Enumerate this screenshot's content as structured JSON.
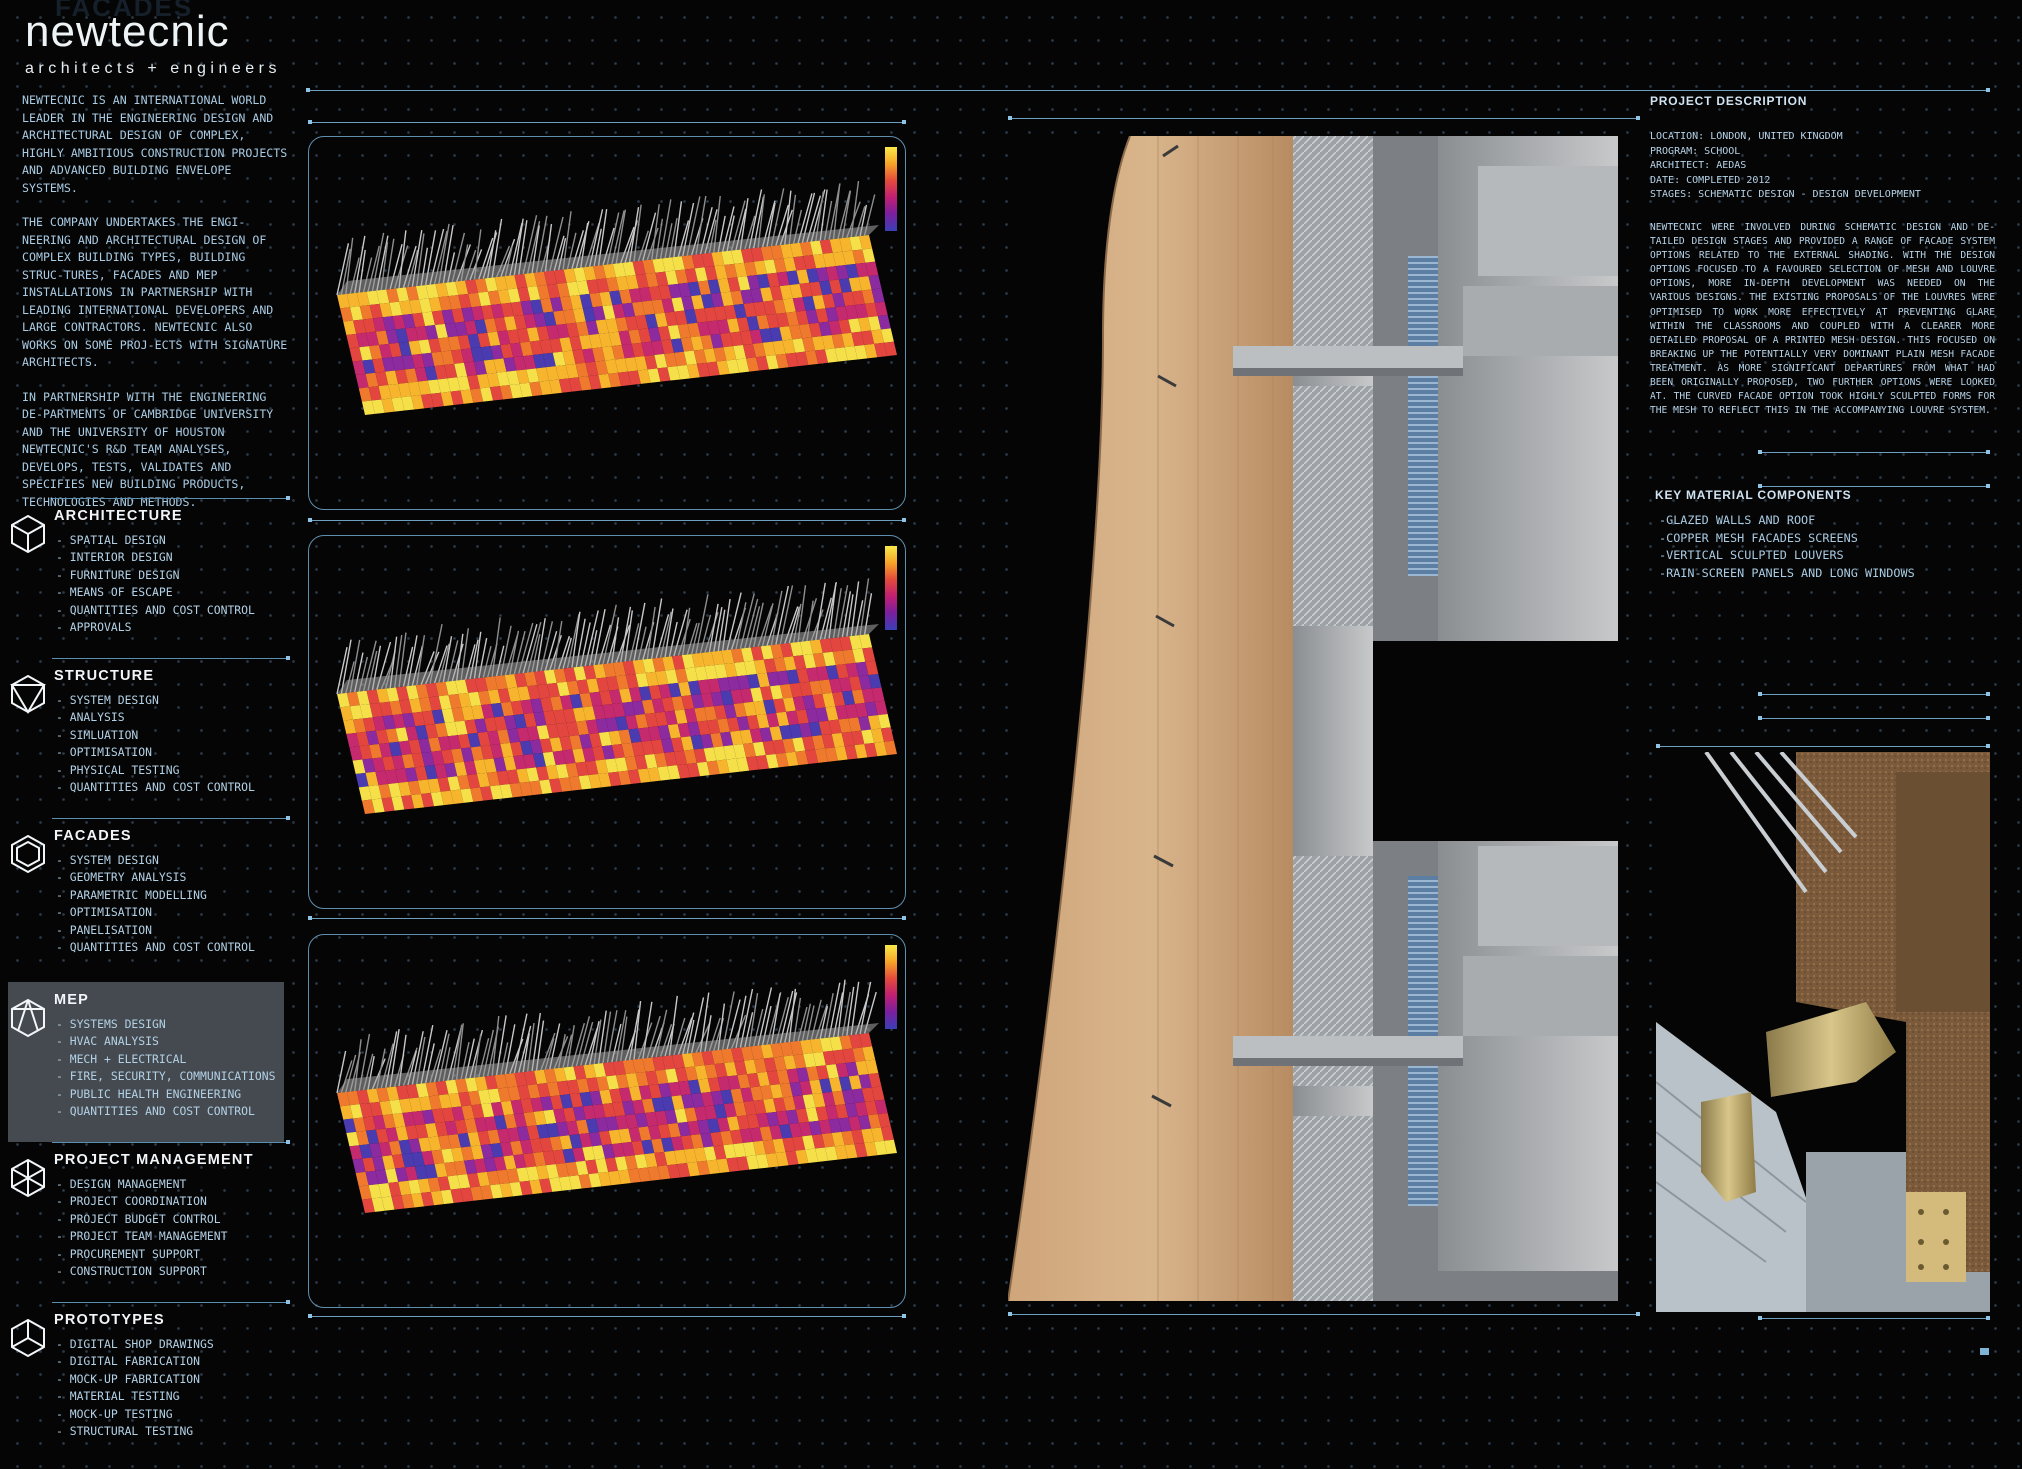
{
  "header": {
    "ghost_title": "FACADES",
    "logo_name": "newtecnic",
    "logo_sub": "architects + engineers"
  },
  "intro": {
    "p1": "NEWTECNIC IS AN INTERNATIONAL WORLD LEADER IN THE ENGINEERING DESIGN AND ARCHITECTURAL DESIGN OF COMPLEX, HIGHLY AMBITIOUS CONSTRUCTION PROJECTS AND ADVANCED BUILDING ENVELOPE SYSTEMS.",
    "p2": "THE COMPANY UNDERTAKES THE ENGI-NEERING AND ARCHITECTURAL DESIGN OF COMPLEX BUILDING TYPES, BUILDING STRUC-TURES, FACADES AND MEP INSTALLATIONS IN PARTNERSHIP WITH LEADING INTERNATIONAL DEVELOPERS AND LARGE CONTRACTORS. NEWTECNIC ALSO WORKS ON SOME PROJ-ECTS WITH SIGNATURE ARCHITECTS.",
    "p3": "IN PARTNERSHIP WITH THE ENGINEERING DE-PARTMENTS OF CAMBRIDGE UNIVERSITY AND THE UNIVERSITY OF HOUSTON NEWTECNIC'S R&D TEAM ANALYSES, DEVELOPS, TESTS, VALIDATES AND SPECIFIES NEW BUILDING PRODUCTS, TECHNOLOGIES AND METHODS."
  },
  "services": [
    {
      "title": "ARCHITECTURE",
      "icon": "cube-icon",
      "items": [
        "- SPATIAL DESIGN",
        "- INTERIOR DESIGN",
        "- FURNITURE DESIGN",
        "- MEANS OF ESCAPE",
        "- QUANTITIES AND COST CONTROL",
        "- APPROVALS"
      ]
    },
    {
      "title": "STRUCTURE",
      "icon": "triangle-cube-icon",
      "items": [
        "- SYSTEM DESIGN",
        "- ANALYSIS",
        "- SIMLUATION",
        "- OPTIMISATION",
        "- PHYSICAL TESTING",
        "- QUANTITIES AND COST CONTROL"
      ]
    },
    {
      "title": "FACADES",
      "icon": "hexagon-icon",
      "items": [
        "- SYSTEM DESIGN",
        "- GEOMETRY ANALYSIS",
        "- PARAMETRIC MODELLING",
        "- OPTIMISATION",
        "- PANELISATION",
        "- QUANTITIES AND COST CONTROL"
      ]
    },
    {
      "title": "MEP",
      "icon": "tent-cube-icon",
      "items": [
        "- SYSTEMS DESIGN",
        "- HVAC ANALYSIS",
        "- MECH + ELECTRICAL",
        "- FIRE, SECURITY, COMMUNICATIONS",
        "- PUBLIC HEALTH ENGINEERING",
        "- QUANTITIES AND COST CONTROL"
      ]
    },
    {
      "title": "PROJECT MANAGEMENT",
      "icon": "star-cube-icon",
      "items": [
        "- DESIGN MANAGEMENT",
        "- PROJECT COORDINATION",
        "- PROJECT BUDGET CONTROL",
        "- PROJECT TEAM MANAGEMENT",
        "- PROCUREMENT SUPPORT",
        "- CONSTRUCTION SUPPORT"
      ]
    },
    {
      "title": "PROTOTYPES",
      "icon": "wire-cube-icon",
      "items": [
        "- DIGITAL SHOP DRAWINGS",
        "- DIGITAL FABRICATION",
        "- MOCK-UP FABRICATION",
        "- MATERIAL TESTING",
        "- MOCK-UP TESTING",
        "- STRUCTURAL TESTING"
      ]
    }
  ],
  "project": {
    "heading": "PROJECT DESCRIPTION",
    "location": "LOCATION: LONDON, UNITED KINGDOM",
    "program": "PROGRAM: SCHOOL",
    "architect": "ARCHITECT: AEDAS",
    "date": "DATE: COMPLETED 2012",
    "stages": "STAGES: SCHEMATIC DESIGN - DESIGN DEVELOPMENT",
    "body": "NEWTECNIC WERE INVOLVED DURING SCHEMATIC DESIGN AND DE-TAILED DESIGN STAGES AND PROVIDED A RANGE OF FACADE SYSTEM OPTIONS RELATED TO THE EXTERNAL SHADING. WITH THE DESIGN OPTIONS FOCUSED TO A FAVOURED SELECTION OF MESH AND LOUVRE OPTIONS, MORE IN-DEPTH DEVELOPMENT WAS NEEDED ON THE VARIOUS DESIGNS. THE EXISTING PROPOSALS OF THE LOUVRES WERE OPTIMISED TO WORK MORE EFFECTIVELY AT PREVENTING GLARE WITHIN THE CLASSROOMS AND COUPLED WITH A CLEARER MORE DETAILED PROPOSAL OF A PRINTED MESH DESIGN. THIS FOCUSED ON BREAKING UP THE POTENTIALLY VERY DOMINANT PLAIN MESH FACADE TREATMENT. AS MORE SIGNIFICANT DEPARTURES FROM WHAT HAD BEEN ORIGINALLY PROPOSED, TWO FURTHER OPTIONS WERE LOOKED AT. THE CURVED FACADE OPTION TOOK HIGHLY SCULPTED FORMS FOR THE MESH TO REFLECT THIS IN THE ACCOMPANYING LOUVRE SYSTEM."
  },
  "materials": {
    "heading": "KEY MATERIAL COMPONENTS",
    "items": [
      "-GLAZED WALLS AND ROOF",
      "-COPPER MESH FACADES SCREENS",
      "-VERTICAL SCULPTED LOUVERS",
      "-RAIN-SCREEN PANELS AND LONG WINDOWS"
    ]
  },
  "colors": {
    "accent": "#8ec3e3",
    "text": "#a9cbe3",
    "background": "#050505",
    "highlight": "#454a50"
  }
}
